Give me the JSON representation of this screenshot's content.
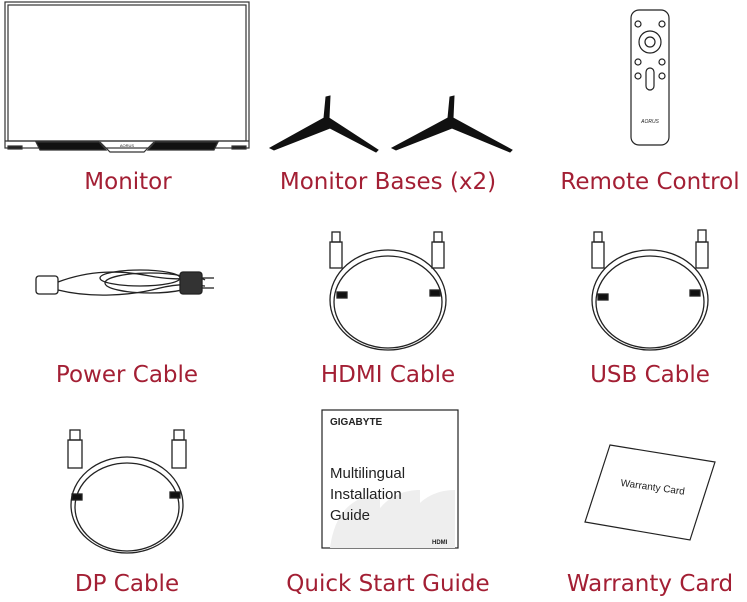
{
  "items": [
    {
      "label": "Monitor"
    },
    {
      "label": "Monitor Bases (x2)"
    },
    {
      "label": "Remote Control"
    },
    {
      "label": "Power Cable"
    },
    {
      "label": "HDMI Cable"
    },
    {
      "label": "USB Cable"
    },
    {
      "label": "DP Cable"
    },
    {
      "label": "Quick Start Guide"
    },
    {
      "label": "Warranty Card"
    }
  ],
  "guide": {
    "brand": "GIGABYTE",
    "title_lines": [
      "Multilingual",
      "Installation",
      "Guide"
    ],
    "hdmi_logo": "HDMI"
  },
  "warranty": {
    "card_text": "Warranty Card"
  },
  "monitor": {
    "logo": "AORUS"
  },
  "remote": {
    "logo": "AORUS"
  },
  "colors": {
    "label": "#a31f34",
    "line": "#222222"
  }
}
